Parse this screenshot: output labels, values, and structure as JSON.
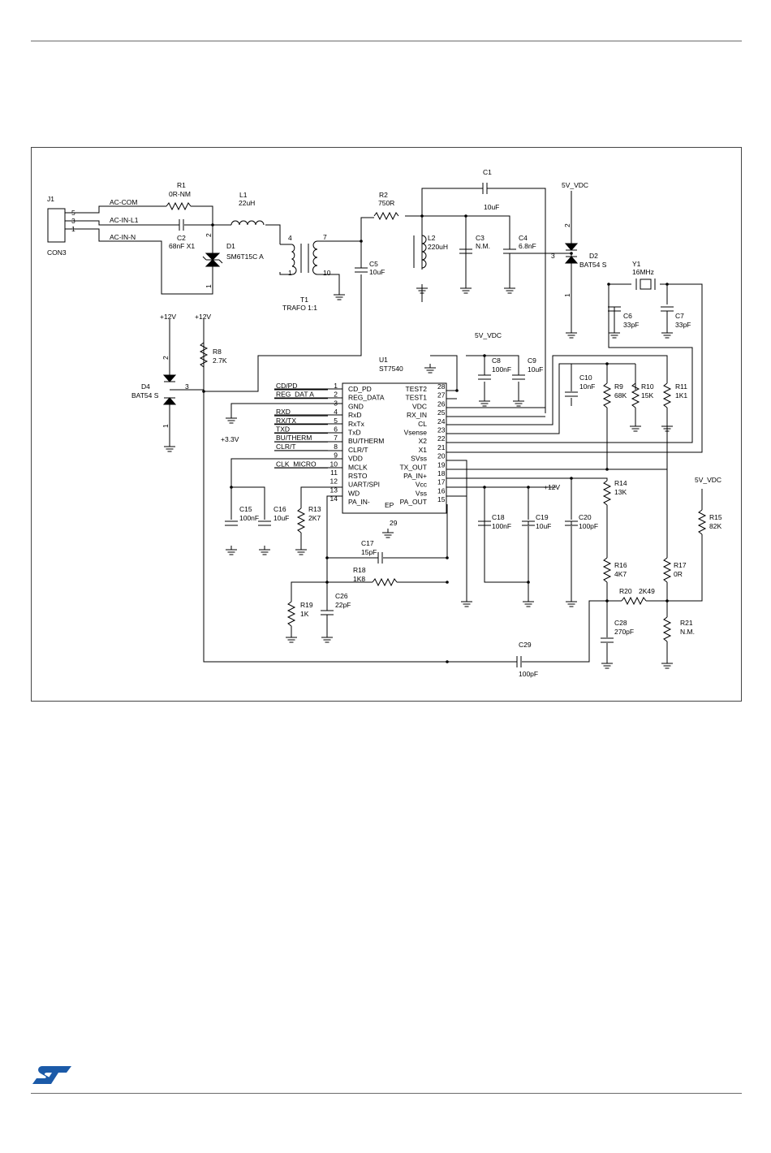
{
  "schematic": {
    "ic": {
      "ref": "U1",
      "part": "ST7540",
      "left_pins": [
        {
          "num": "1",
          "name": "CD_PD",
          "net": "CD/PD"
        },
        {
          "num": "2",
          "name": "REG_DATA",
          "net": "REG_DAT A"
        },
        {
          "num": "3",
          "name": "GND",
          "net": ""
        },
        {
          "num": "4",
          "name": "RxD",
          "net": "RXD"
        },
        {
          "num": "5",
          "name": "RxTx",
          "net": "RX/TX"
        },
        {
          "num": "6",
          "name": "TxD",
          "net": "TXD"
        },
        {
          "num": "7",
          "name": "BU/THERM",
          "net": "BU/THERM"
        },
        {
          "num": "8",
          "name": "CLR/T",
          "net": "CLR/T"
        },
        {
          "num": "9",
          "name": "VDD",
          "net": ""
        },
        {
          "num": "10",
          "name": "MCLK",
          "net": "CLK_MICRO"
        },
        {
          "num": "11",
          "name": "RSTO",
          "net": ""
        },
        {
          "num": "12",
          "name": "UART/SPI",
          "net": ""
        },
        {
          "num": "13",
          "name": "WD",
          "net": ""
        },
        {
          "num": "14",
          "name": "PA_IN-",
          "net": ""
        }
      ],
      "right_pins": [
        {
          "num": "28",
          "name": "TEST2"
        },
        {
          "num": "27",
          "name": "TEST1"
        },
        {
          "num": "26",
          "name": "VDC"
        },
        {
          "num": "25",
          "name": "RX_IN"
        },
        {
          "num": "24",
          "name": "CL"
        },
        {
          "num": "23",
          "name": "Vsense"
        },
        {
          "num": "22",
          "name": "X2"
        },
        {
          "num": "21",
          "name": "X1"
        },
        {
          "num": "20",
          "name": "SVss"
        },
        {
          "num": "19",
          "name": "TX_OUT"
        },
        {
          "num": "18",
          "name": "PA_IN+"
        },
        {
          "num": "17",
          "name": "Vcc"
        },
        {
          "num": "16",
          "name": "Vss"
        },
        {
          "num": "15",
          "name": "PA_OUT"
        }
      ],
      "ep_label": "EP",
      "ep_pin": "29"
    },
    "parts": {
      "j1": {
        "ref": "J1",
        "value": "CON3",
        "pins": [
          "5",
          "3",
          "1"
        ]
      },
      "nets": {
        "ac_com": "AC-COM",
        "ac_in_l1": "AC-IN-L1",
        "ac_in_n": "AC-IN-N"
      },
      "r1": {
        "ref": "R1",
        "value": "0R-NM"
      },
      "c2": {
        "ref": "C2",
        "value": "68nF X1"
      },
      "l1": {
        "ref": "L1",
        "value": "22uH"
      },
      "d1": {
        "ref": "D1",
        "value": "SM6T15C A",
        "pin_a": "2",
        "pin_b": "1"
      },
      "t1": {
        "ref": "T1",
        "value": "TRAFO 1:1",
        "pins": [
          "4",
          "1",
          "7",
          "10"
        ]
      },
      "c5": {
        "ref": "C5",
        "value": "10uF"
      },
      "r2": {
        "ref": "R2",
        "value": "750R"
      },
      "c1": {
        "ref": "C1",
        "value": "10uF"
      },
      "l2": {
        "ref": "L2",
        "value": "220uH"
      },
      "c3": {
        "ref": "C3",
        "value": "N.M."
      },
      "c4": {
        "ref": "C4",
        "value": "6.8nF"
      },
      "d2": {
        "ref": "D2",
        "value": "BAT54 S",
        "supply": "5V_VDC",
        "pins": [
          "2",
          "3",
          "1"
        ]
      },
      "y1": {
        "ref": "Y1",
        "value": "16MHz"
      },
      "c6": {
        "ref": "C6",
        "value": "33pF"
      },
      "c7": {
        "ref": "C7",
        "value": "33pF"
      },
      "d4": {
        "ref": "D4",
        "value": "BAT54 S",
        "supply": "+12V",
        "pins": [
          "2",
          "3",
          "1"
        ]
      },
      "r8": {
        "ref": "R8",
        "value": "2.7K",
        "supply": "+12V"
      },
      "c8": {
        "ref": "C8",
        "value": "100nF",
        "supply": "5V_VDC"
      },
      "c9": {
        "ref": "C9",
        "value": "10uF"
      },
      "c10": {
        "ref": "C10",
        "value": "10nF"
      },
      "r9": {
        "ref": "R9",
        "value": "68K"
      },
      "r10": {
        "ref": "R10",
        "value": "15K"
      },
      "r11": {
        "ref": "R11",
        "value": "1K1"
      },
      "v33": {
        "label": "+3.3V"
      },
      "c15": {
        "ref": "C15",
        "value": "100nF"
      },
      "c16": {
        "ref": "C16",
        "value": "10uF"
      },
      "r13": {
        "ref": "R13",
        "value": "2K7"
      },
      "c17": {
        "ref": "C17",
        "value": "15pF"
      },
      "r18": {
        "ref": "R18",
        "value": "1K8"
      },
      "r19": {
        "ref": "R19",
        "value": "1K"
      },
      "c26": {
        "ref": "C26",
        "value": "22pF"
      },
      "c18": {
        "ref": "C18",
        "value": "100nF"
      },
      "c19": {
        "ref": "C19",
        "value": "10uF"
      },
      "c20": {
        "ref": "C20",
        "value": "100pF"
      },
      "vcc": {
        "label": "+12V"
      },
      "r14": {
        "ref": "R14",
        "value": "13K"
      },
      "r16": {
        "ref": "R16",
        "value": "4K7"
      },
      "r15": {
        "ref": "R15",
        "value": "82K",
        "supply": "5V_VDC"
      },
      "r17": {
        "ref": "R17",
        "value": "0R"
      },
      "r20": {
        "ref": "R20",
        "value": "2K49"
      },
      "c28": {
        "ref": "C28",
        "value": "270pF"
      },
      "r21": {
        "ref": "R21",
        "value": "N.M."
      },
      "c29": {
        "ref": "C29",
        "value": "100pF"
      }
    }
  },
  "colors": {
    "logo": "#1b5aa8",
    "rule": "#6b6b6b"
  },
  "icons": {
    "logo": "st-logo-icon"
  }
}
